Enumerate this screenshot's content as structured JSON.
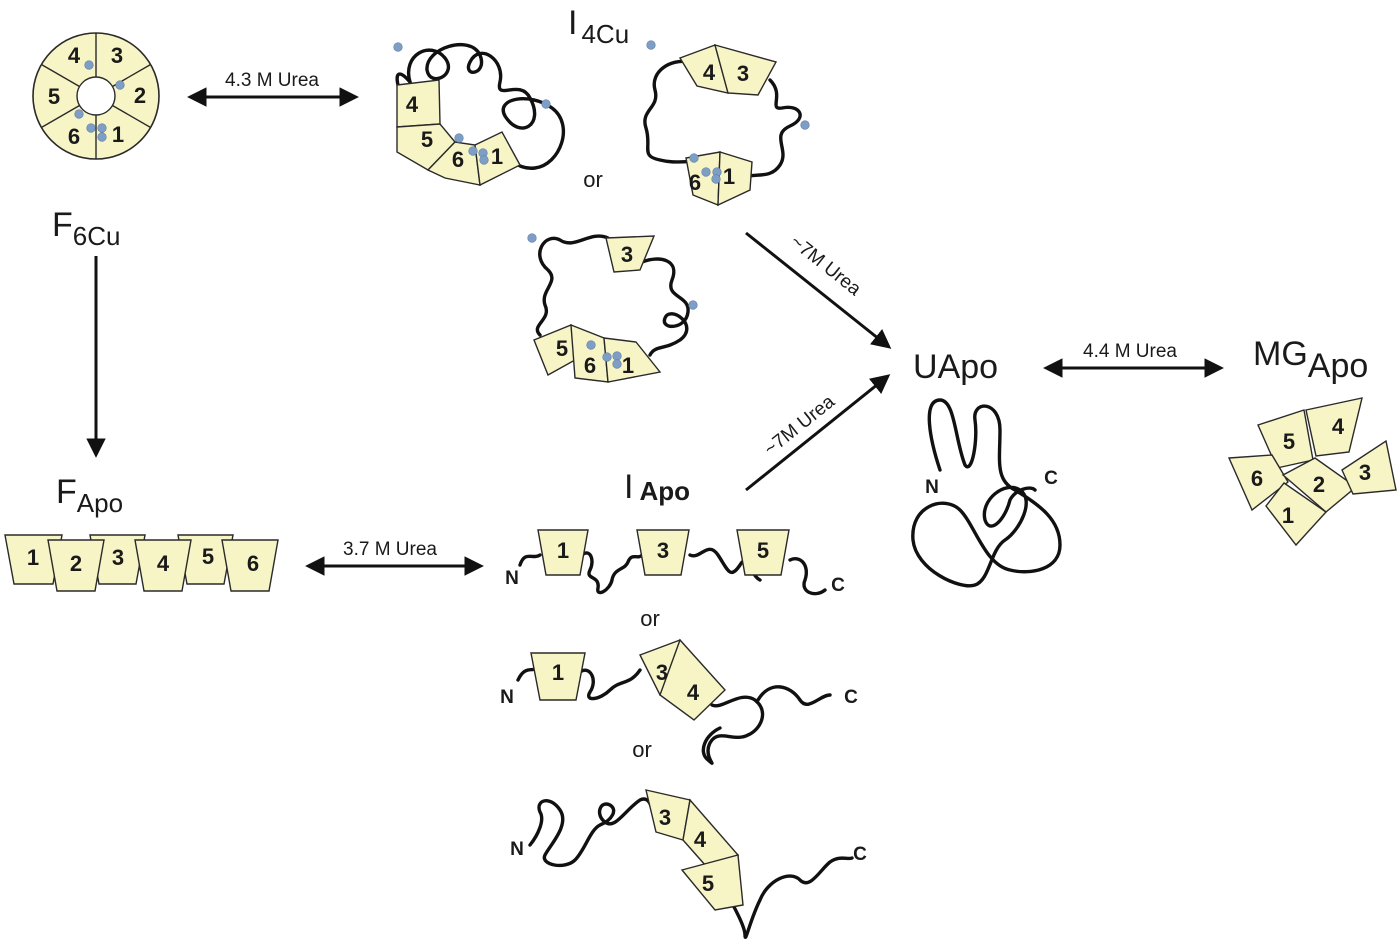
{
  "states": {
    "f6cu": {
      "main": "F",
      "sub": "6Cu"
    },
    "i4cu": {
      "main": "I",
      "sub": "4Cu"
    },
    "fapo": {
      "main": "F",
      "sub": "Apo"
    },
    "iapo": {
      "main": "I",
      "sub": "Apo"
    },
    "uapo": {
      "main": "U",
      "sub": "Apo"
    },
    "mgapo": {
      "main": "MG",
      "sub": "Apo"
    }
  },
  "transitions": {
    "f6cu_i4cu": "4.3 M Urea",
    "fapo_iapo": "3.7 M Urea",
    "i4cu_uapo": "~7M Urea",
    "iapo_uapo": "~7M Urea",
    "uapo_mgapo": "4.4 M Urea"
  },
  "or_label": "or",
  "termini": {
    "n": "N",
    "c": "C"
  },
  "segments": [
    "1",
    "2",
    "3",
    "4",
    "5",
    "6"
  ],
  "colors": {
    "segment_fill": "#f7f4c6",
    "copper": "#7e9ec6",
    "chain": "#111111"
  }
}
